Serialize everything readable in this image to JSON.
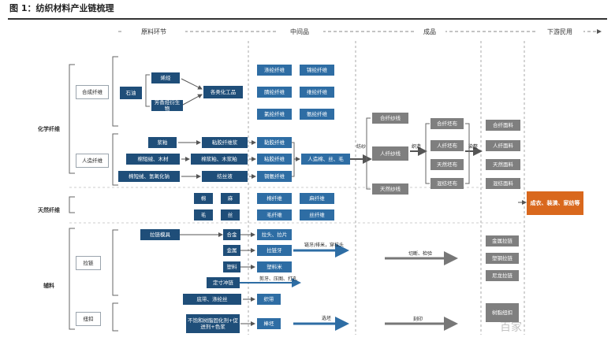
{
  "title": "图 1：纺织材料产业链梳理",
  "stages": [
    "原料环节",
    "中间品",
    "成品",
    "下游民用"
  ],
  "categories": [
    "化学纤维",
    "天然纤维",
    "辅料"
  ],
  "subcategories": [
    "合成纤维",
    "人造纤维",
    "拉链",
    "纽扣"
  ],
  "raw": {
    "oil": "石油",
    "ethylene": "烯烃",
    "aromatics": "芳香烃衍生物",
    "chem": "各类化工品",
    "pulp_top": "浆粕",
    "cotton_wood": "棉短绒、木材",
    "cotton_bamboo": "棉短绒、氢氧化钠",
    "pulp_fiber_src": "粘胶纤维浆",
    "cotton_pulp": "棉浆粕、木浆粕",
    "spin_solution": "纺丝液",
    "cotton": "棉",
    "linen": "麻",
    "wool": "毛",
    "silk": "丝",
    "mold": "拉链模具",
    "alloy": "合金",
    "metal": "金属",
    "plastic": "塑料",
    "fixed_chain": "定寸冲链",
    "yarn_wax": "底带、涤纶丝",
    "resin": "不饱和树脂固化剂+促进剂+色浆"
  },
  "mid": {
    "polyester": "涤纶纤维",
    "nylon": "锦纶纤维",
    "acrylic": "腈纶纤维",
    "spandex": "维纶纤维",
    "chlor": "氯纶纤维",
    "polyprop": "氨纶纤维",
    "viscose": "黏胶纤维",
    "modal": "粘胶纤维",
    "copper": "铜氨纤维",
    "artificial": "人造棉、丝、毛",
    "cotton_f": "棉纤维",
    "linen_f": "麻纤维",
    "wool_f": "毛纤维",
    "silk_f": "丝纤维",
    "zip_head": "拉头、拉片",
    "zip_teeth": "拉链牙",
    "plastic_m": "塑料米",
    "cut": "织带",
    "button_m": "棒坯"
  },
  "arrow_labels": {
    "weave": "纺纱",
    "knit": "织造",
    "dye": "染整",
    "zip_join": "链牙/排米，穿拉头",
    "press": "剪牙、压图、打孔",
    "grind": "选坯",
    "cut_press": "切断、检验",
    "sculpt": "刻印"
  },
  "product": {
    "synthetic_yarn": "合纤纱线",
    "artificial_yarn": "人纤纱线",
    "natural_yarn": "天然纱线",
    "synthetic_fab": "合纤坯布",
    "artificial_fab": "人纤坯布",
    "natural_fab": "天然坯布",
    "mixed_fab": "混纺坯布"
  },
  "down": {
    "synthetic": "合纤面料",
    "artificial": "人纤面料",
    "natural": "天然面料",
    "mixed": "混纺面料",
    "metal_zip": "金属拉链",
    "plastic_zip": "塑钢拉链",
    "nylon_zip": "尼龙拉链",
    "resin_button": "树脂纽扣",
    "end_use": "成衣、装潢、家纺等"
  },
  "watermark": "百家"
}
